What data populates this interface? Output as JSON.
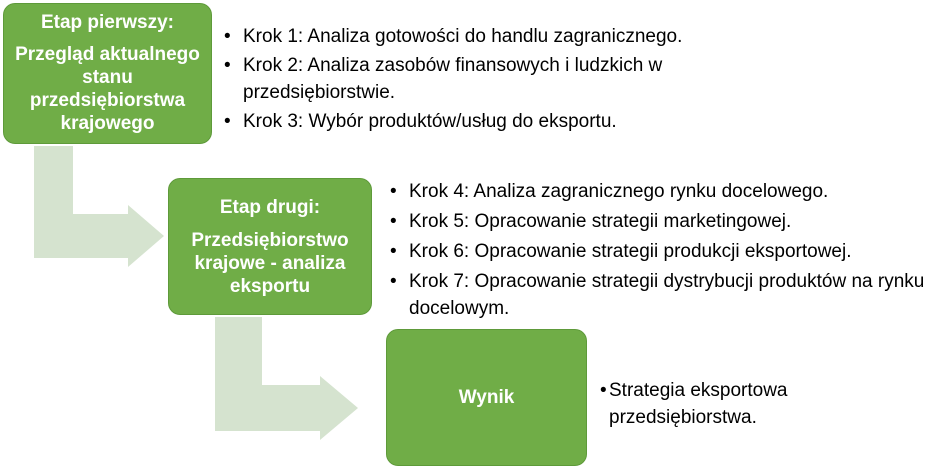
{
  "colors": {
    "box_fill": "#70ad47",
    "box_text": "#ffffff",
    "arrow_fill": "#d5e3cf",
    "text": "#000000"
  },
  "stage1": {
    "heading": "Etap pierwszy:",
    "subtitle": "Przegląd aktualnego stanu przedsiębiorstwa krajowego",
    "steps": [
      "Krok 1: Analiza gotowości do handlu zagranicznego.",
      "Krok 2: Analiza zasobów finansowych i ludzkich w przedsiębiorstwie.",
      "Krok 3: Wybór produktów/usług do eksportu."
    ]
  },
  "stage2": {
    "heading": "Etap drugi:",
    "subtitle": "Przedsiębiorstwo krajowe - analiza eksportu",
    "steps": [
      "Krok 4: Analiza zagranicznego rynku docelowego.",
      "Krok 5: Opracowanie strategii marketingowej.",
      "Krok 6: Opracowanie strategii produkcji eksportowej.",
      "Krok 7: Opracowanie strategii dystrybucji produktów na rynku docelowym."
    ]
  },
  "result": {
    "heading": "Wynik",
    "items": [
      "Strategia eksportowa przedsiębiorstwa."
    ]
  }
}
